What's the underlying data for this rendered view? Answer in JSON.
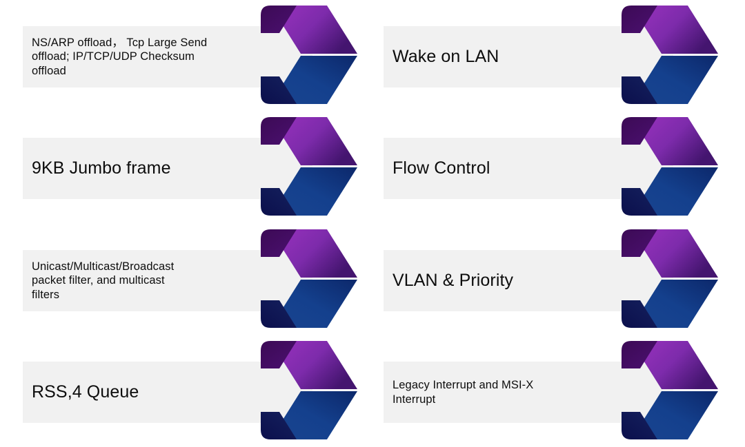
{
  "slide": {
    "background_color": "#ffffff",
    "plate_color": "#f1f1f1",
    "text_color": "#0d0d0d",
    "arrow_colors": {
      "purple_light": "#9b32bf",
      "purple_dark": "#4a1878",
      "purple_shadow": "#3e0b57",
      "blue_light": "#2151a0",
      "blue_dark": "#0e2a6b",
      "blue_shadow": "#0d1154"
    }
  },
  "columns": [
    {
      "name": "left-column",
      "items": [
        {
          "label": "NS/ARP offload， Tcp Large Send\noffload; IP/TCP/UDP Checksum\noffload",
          "size": "small",
          "icon": "chevron-arrow-icon"
        },
        {
          "label": "9KB Jumbo frame",
          "size": "large",
          "icon": "chevron-arrow-icon"
        },
        {
          "label": "Unicast/Multicast/Broadcast\npacket filter, and multicast\nfilters",
          "size": "small",
          "icon": "chevron-arrow-icon"
        },
        {
          "label": "RSS,4 Queue",
          "size": "large",
          "icon": "chevron-arrow-icon"
        }
      ]
    },
    {
      "name": "right-column",
      "items": [
        {
          "label": "Wake on LAN",
          "size": "large",
          "icon": "chevron-arrow-icon"
        },
        {
          "label": "Flow Control",
          "size": "large",
          "icon": "chevron-arrow-icon"
        },
        {
          "label": "VLAN & Priority",
          "size": "large",
          "icon": "chevron-arrow-icon"
        },
        {
          "label": "Legacy Interrupt and MSI-X\nInterrupt",
          "size": "small",
          "icon": "chevron-arrow-icon"
        }
      ]
    }
  ]
}
